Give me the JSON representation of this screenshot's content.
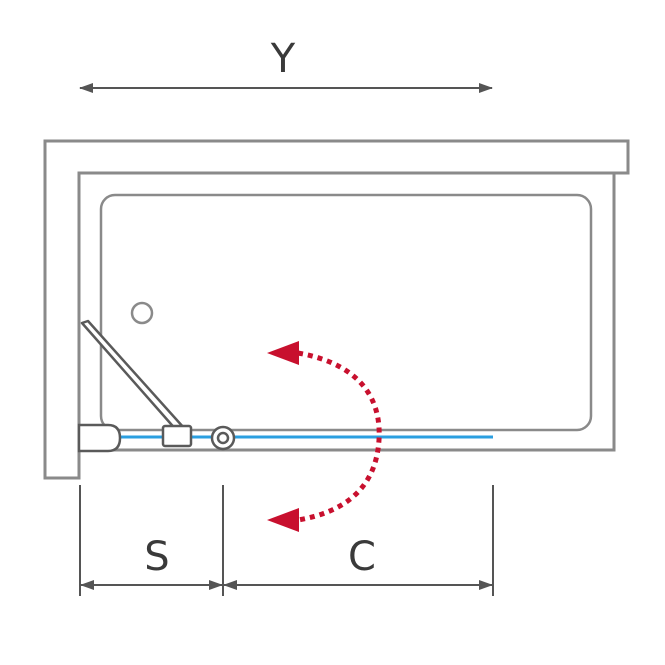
{
  "labels": {
    "width_total": "Y",
    "width_fixed": "S",
    "width_swing": "C"
  },
  "colors": {
    "outline": "#8a8a8a",
    "dimension": "#555555",
    "glass": "#2b9fe0",
    "swing_arrow": "#c8102e",
    "hardware": "#5a5a5a"
  },
  "icons": {
    "drain": "drain-circle-icon",
    "hinge": "hinge-icon",
    "swing": "swing-direction-arrow-icon"
  }
}
